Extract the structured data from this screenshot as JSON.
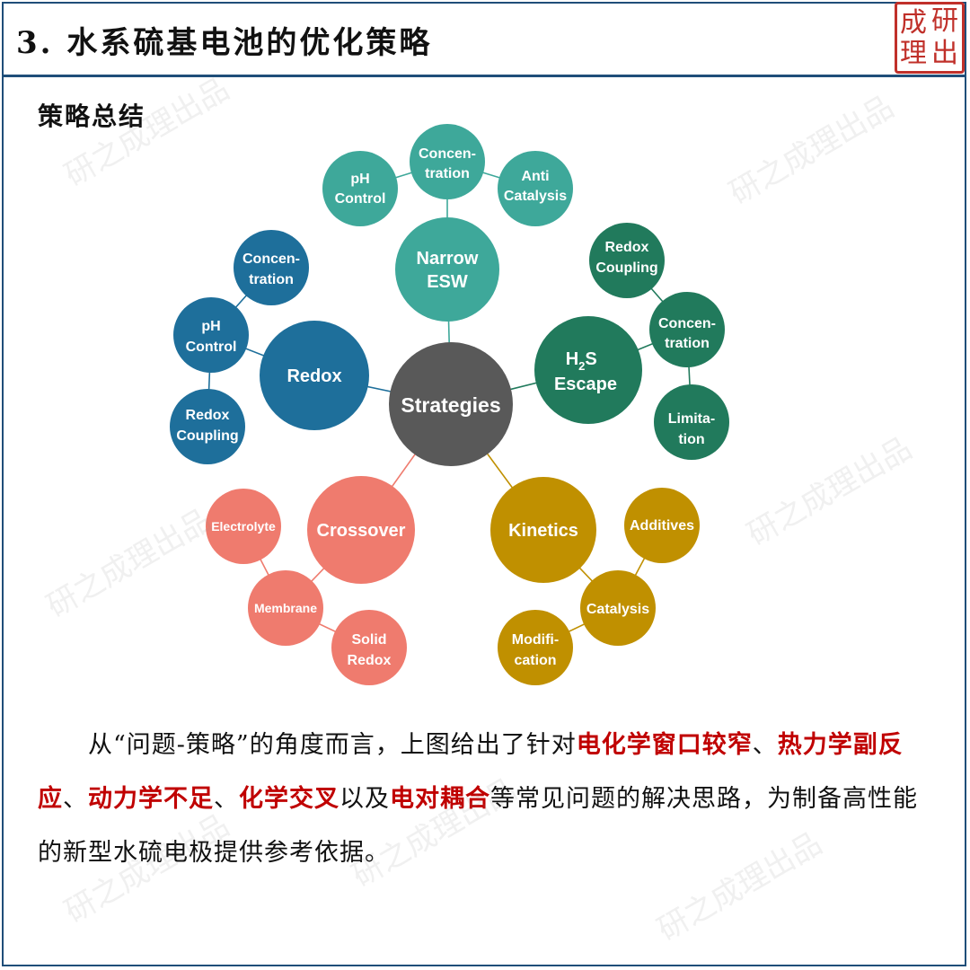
{
  "header": {
    "title": "3. 水系硫基电池的优化策略"
  },
  "logo": {
    "chars": [
      "成",
      "研",
      "理",
      "出"
    ]
  },
  "section_title": "策略总结",
  "diagram": {
    "center": "Strategies",
    "branches": [
      {
        "label": "Narrow ESW",
        "color": "#3ea89a",
        "children": [
          "pH Control",
          "Concen-tration",
          "Anti Catalysis"
        ]
      },
      {
        "label": "H2S Escape",
        "color": "#217a5c",
        "children": [
          "Redox Coupling",
          "Concen-tration",
          "Limita-tion"
        ]
      },
      {
        "label": "Kinetics",
        "color": "#c09000",
        "children": [
          "Additives",
          "Catalysis",
          "Modifi-cation"
        ]
      },
      {
        "label": "Crossover",
        "color": "#ef7b6e",
        "children": [
          "Electrolyte",
          "Membrane",
          "Solid Redox"
        ]
      },
      {
        "label": "Redox",
        "color": "#1e6f9b",
        "children": [
          "Concen-tration",
          "pH Control",
          "Redox Coupling"
        ]
      }
    ],
    "center_color": "#595959"
  },
  "paragraph": {
    "t1": "从“问题-策略”的角度而言，上图给出了针对",
    "h1": "电化学窗口较窄",
    "t2": "、",
    "h2": "热力学副反应",
    "t3": "、",
    "h3": "动力学不足",
    "t4": "、",
    "h4": "化学交叉",
    "t5": "以及",
    "h5": "电对耦合",
    "t6": "等常见问题的解决思路，为制备高性能的新型水硫电极提供参考依据。"
  },
  "watermark": "研之成理出品"
}
